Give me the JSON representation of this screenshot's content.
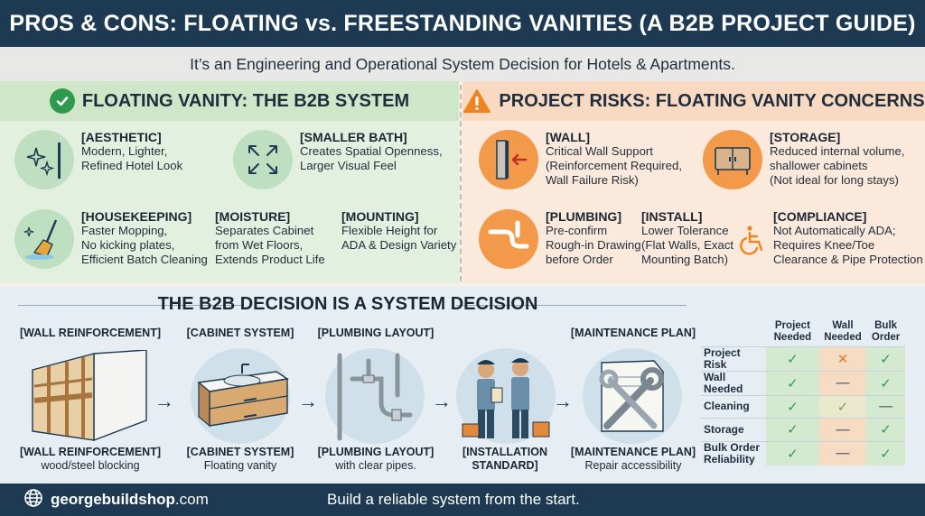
{
  "title": "PROS & CONS: FLOATING vs. FREESTANDING VANITIES (A B2B PROJECT GUIDE)",
  "subtitle": "It’s an Engineering and Operational System Decision for Hotels & Apartments.",
  "left_panel": {
    "heading": "FLOATING VANITY: THE B2B SYSTEM",
    "features": [
      {
        "label": "[AESTHETIC]",
        "text": [
          "Modern, Lighter,",
          "Refined Hotel Look"
        ],
        "icon": "sparkle-icon"
      },
      {
        "label": "[SMALLER BATH]",
        "text": [
          "Creates Spatial Openness,",
          "Larger Visual Feel"
        ],
        "icon": "expand-arrows-icon"
      },
      {
        "label": "[HOUSEKEEPING]",
        "text": [
          "Faster Mopping,",
          "No kicking plates,",
          "Efficient Batch Cleaning"
        ],
        "icon": "broom-icon"
      },
      {
        "label": "[MOISTURE]",
        "text": [
          "Separates Cabinet",
          "from Wet Floors,",
          "Extends Product Life"
        ]
      },
      {
        "label": "[MOUNTING]",
        "text": [
          "Flexible Height for",
          "ADA & Design Variety"
        ]
      }
    ]
  },
  "right_panel": {
    "heading": "PROJECT RISKS: FLOATING VANITY CONCERNS",
    "features": [
      {
        "label": "[WALL]",
        "text": [
          "Critical Wall Support",
          "(Reinforcement Required,",
          "Wall Failure Risk)"
        ],
        "icon": "wall-arrow-icon"
      },
      {
        "label": "[STORAGE]",
        "text": [
          "Reduced internal volume,",
          "shallower cabinets",
          "(Not ideal for long stays)"
        ],
        "icon": "cabinet-icon"
      },
      {
        "label": "[PLUMBING]",
        "text": [
          "Pre-confirm",
          "Rough-in Drawing",
          "before Order"
        ],
        "icon": "pipe-icon"
      },
      {
        "label": "[INSTALL]",
        "text": [
          "Lower Tolerance",
          "(Flat Walls, Exact",
          "Mounting Batch)"
        ]
      },
      {
        "label": "[COMPLIANCE]",
        "text": [
          "Not Automatically ADA;",
          "Requires Knee/Toe",
          "Clearance & Pipe Protection"
        ],
        "icon": "wheelchair-icon"
      }
    ]
  },
  "system": {
    "heading": "THE B2B DECISION IS A SYSTEM DECISION",
    "steps": [
      {
        "top": "[WALL REINFORCEMENT]",
        "bottom_title": "[WALL REINFORCEMENT]",
        "bottom_sub": "wood/steel blocking",
        "icon": "wall-frame-icon"
      },
      {
        "top": "[CABINET SYSTEM]",
        "bottom_title": "[CABINET SYSTEM]",
        "bottom_sub": "Floating vanity",
        "icon": "vanity-icon"
      },
      {
        "top": "[PLUMBING LAYOUT]",
        "bottom_title": "[PLUMBING LAYOUT]",
        "bottom_sub": "with clear pipes.",
        "icon": "pipes-icon"
      },
      {
        "top": "",
        "bottom_title": "[INSTALLATION",
        "bottom_sub": "STANDARD]",
        "icon": "workers-icon"
      },
      {
        "top": "[MAINTENANCE PLAN]",
        "bottom_title": "[MAINTENANCE PLAN]",
        "bottom_sub": "Repair accessibility",
        "icon": "wrench-icon"
      }
    ]
  },
  "table": {
    "headers": [
      "",
      "Project Needed",
      "Wall Needed",
      "Bulk Order"
    ],
    "rows": [
      {
        "label": "Project Risk",
        "cells": [
          "check",
          "cross",
          "check"
        ]
      },
      {
        "label": "Wall Needed",
        "cells": [
          "check",
          "dash",
          "check"
        ]
      },
      {
        "label": "Cleaning",
        "cells": [
          "check",
          "check-light",
          "dash"
        ]
      },
      {
        "label": "Storage",
        "cells": [
          "check",
          "dash",
          "check"
        ]
      },
      {
        "label": "Bulk Order Reliability",
        "cells": [
          "check",
          "dash",
          "check"
        ]
      }
    ]
  },
  "footer": {
    "site": "georgebuildshop",
    "site_suffix": ".com",
    "tagline": "Build a reliable system from the start."
  },
  "colors": {
    "navy": "#1d3a52",
    "green": "#2e9a4d",
    "orange": "#f2994a"
  }
}
